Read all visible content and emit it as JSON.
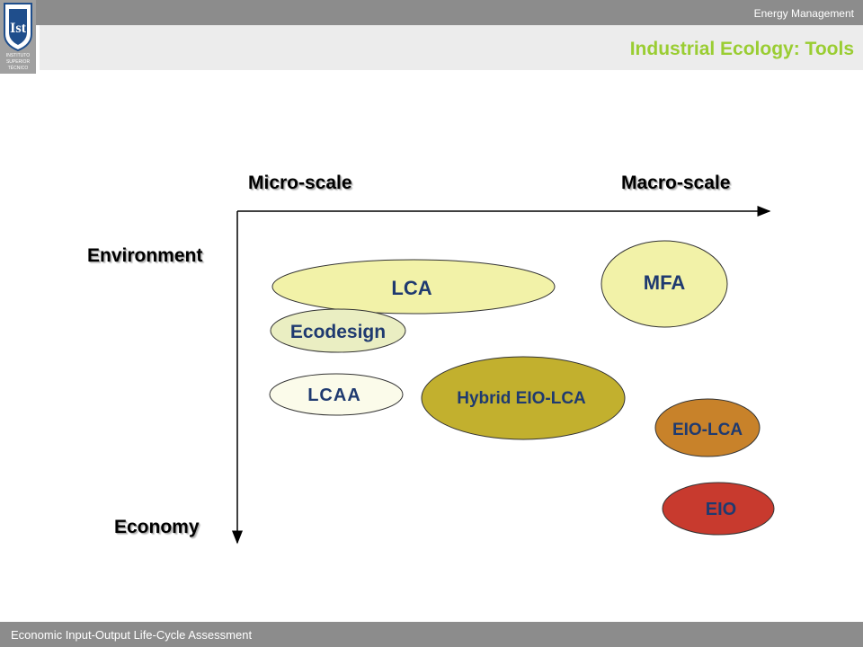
{
  "header": {
    "course": "Energy Management",
    "title": "Industrial Ecology: Tools",
    "logo_lines": [
      "INSTITUTO",
      "SUPERIOR",
      "TÉCNICO"
    ]
  },
  "axes": {
    "x_left": "Micro-scale",
    "x_right": "Macro-scale",
    "y_top": "Environment",
    "y_bottom": "Economy"
  },
  "tools": {
    "lca": "LCA",
    "mfa": "MFA",
    "ecodesign": "Ecodesign",
    "lcaa": "LCAA",
    "hybrid": "Hybrid EIO-LCA",
    "eio_lca": "EIO-LCA",
    "eio": "EIO"
  },
  "colors": {
    "lca": "#f2f2a8",
    "mfa": "#f2f2a8",
    "ecodesign": "#eaeec2",
    "lcaa": "#fbfbea",
    "hybrid": "#c2b02e",
    "eio_lca": "#c8822a",
    "eio": "#c83a2e",
    "label_blue": "#1f3a70"
  },
  "footer": {
    "text": "Economic Input-Output Life-Cycle Assessment"
  }
}
